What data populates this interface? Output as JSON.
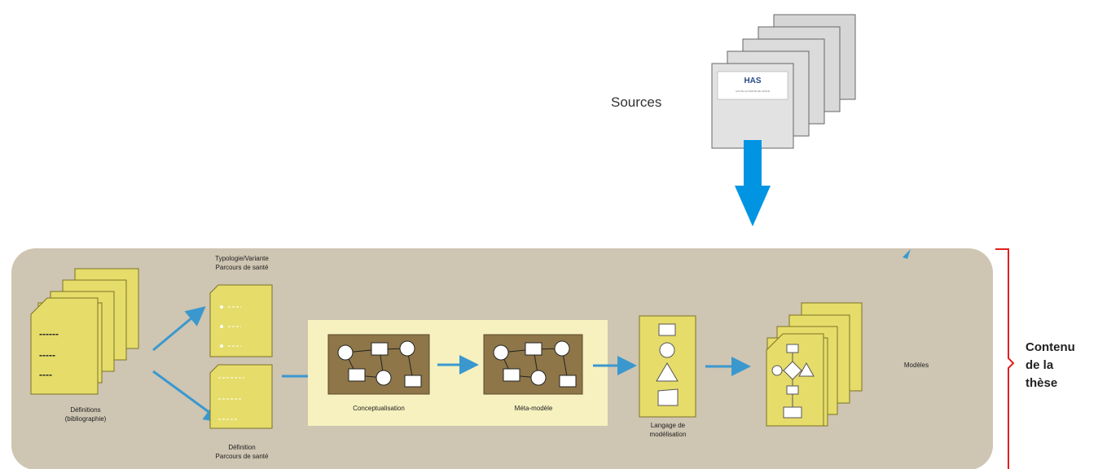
{
  "sources": {
    "label": "Sources",
    "doc_logo": "HAS",
    "doc_subtitle": "HAUTE AUTORITÉ DE SANTÉ"
  },
  "thesis": {
    "definitions_label": "Définitions\n(bibliographie)",
    "definitions_dashes": [
      "------",
      "-----",
      "----"
    ],
    "typology_label": "Typologie/Variante\nParcours de santé",
    "definition_label": "Définition\nParcours de santé",
    "conceptualisation_label": "Conceptualisation",
    "metamodel_label": "Méta-modèle",
    "language_label": "Langage de\nmodélisation",
    "models_label": "Modèles",
    "bracket_label": "Contenu\nde la\nthèse"
  },
  "colors": {
    "panel": "#cec5b2",
    "doc_yellow": "#e6dc6a",
    "doc_border": "#7c7326",
    "highlight": "#f6f1bf",
    "model_box": "#8e7648",
    "arrow_blue": "#3a98cf",
    "big_arrow": "#0094e3",
    "bracket_red": "#e02020"
  }
}
